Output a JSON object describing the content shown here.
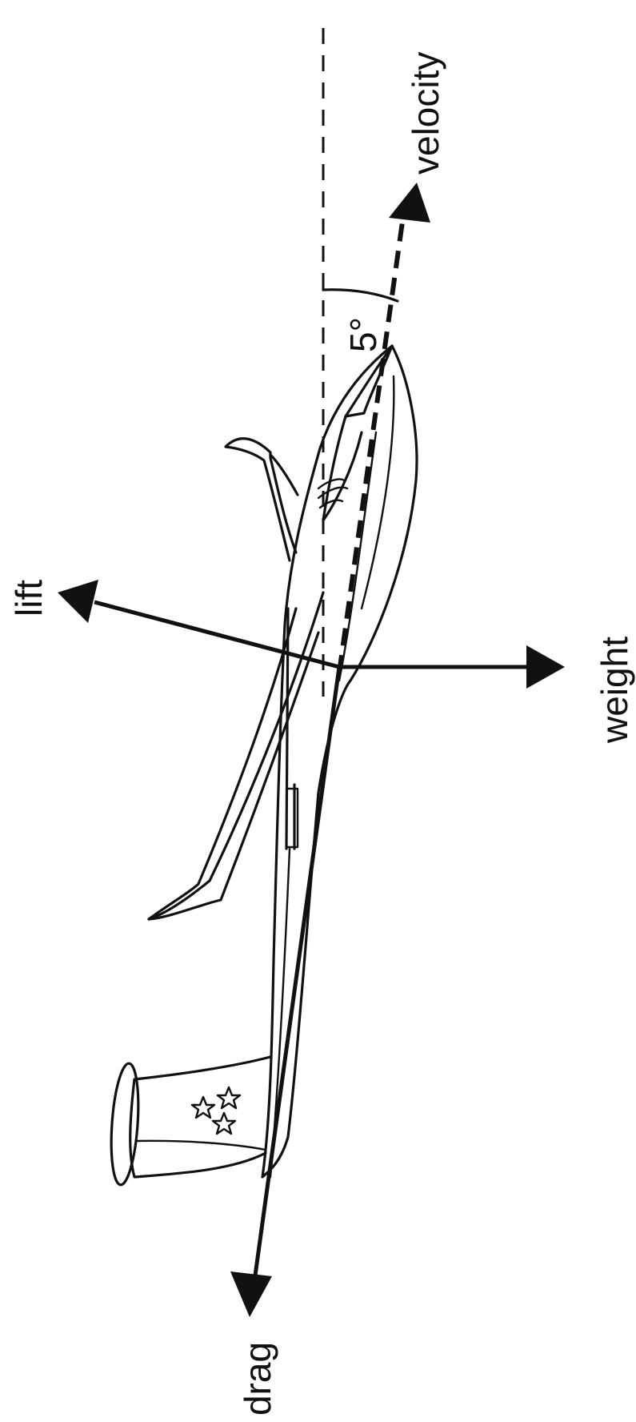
{
  "labels": {
    "velocity": "velocity",
    "angle": "5°",
    "lift": "lift",
    "weight": "weight",
    "drag": "drag"
  },
  "values": {
    "angle_deg": 5
  },
  "icons": {
    "tail_insignia": "three-stars-icon"
  },
  "colors": {
    "ink": "#111111",
    "background": "#ffffff"
  }
}
